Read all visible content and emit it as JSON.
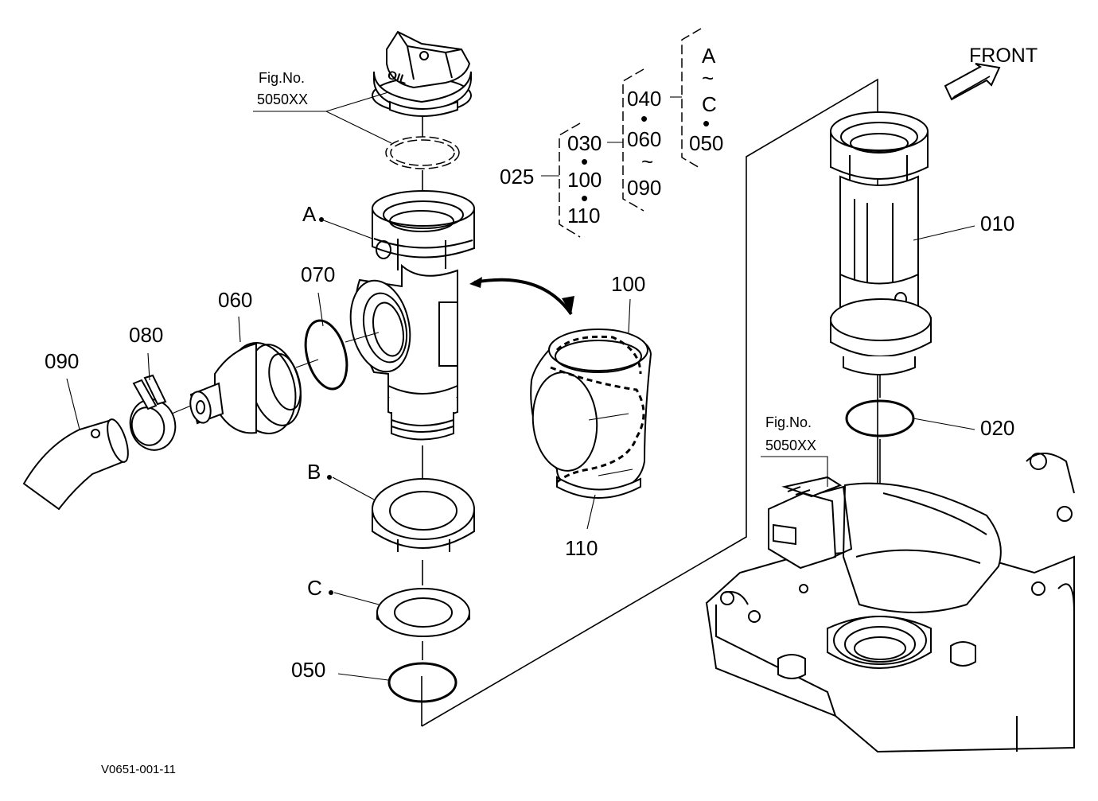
{
  "diagram": {
    "part_labels": {
      "p010": "010",
      "p020": "020",
      "p025": "025",
      "p030": "030",
      "p040": "040",
      "p050_group": "050",
      "p050": "050",
      "p060_group": "060",
      "p060": "060",
      "p070": "070",
      "p080": "080",
      "p090_group": "090",
      "p090": "090",
      "p100_group": "100",
      "p100": "100",
      "p110_group": "110",
      "p110": "110"
    },
    "group_symbols": {
      "dot": "•",
      "tilde": "~"
    },
    "ref_letters": {
      "a_group": "A",
      "c_group": "C",
      "a": "A",
      "b": "B",
      "c": "C"
    },
    "fig_refs": {
      "top": {
        "line1": "Fig.No.",
        "line2": "5050XX"
      },
      "right": {
        "line1": "Fig.No.",
        "line2": "5050XX"
      }
    },
    "cap_text": "OIL",
    "front_label": "FRONT",
    "drawing_code": "V0651-001-11"
  }
}
